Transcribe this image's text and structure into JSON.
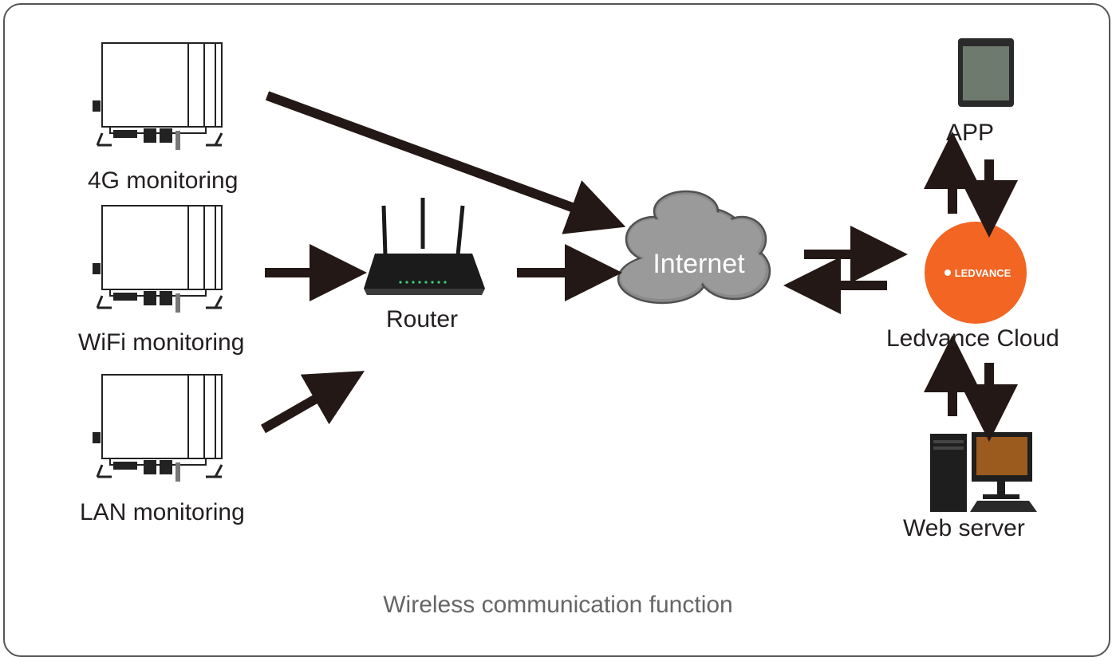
{
  "caption": "Wireless communication function",
  "devices": {
    "inverter_4g": {
      "label": "4G monitoring"
    },
    "inverter_wifi": {
      "label": "WiFi monitoring"
    },
    "inverter_lan": {
      "label": "LAN monitoring"
    },
    "router": {
      "label": "Router"
    },
    "internet": {
      "label": "Internet"
    },
    "app": {
      "label": "APP"
    },
    "cloud": {
      "label": "Ledvance Cloud",
      "logo_text": "LEDVANCE"
    },
    "web_server": {
      "label": "Web server"
    }
  },
  "colors": {
    "arrow": "#231815",
    "cloud_fill": "#8a8a8a",
    "brand_orange": "#f26522",
    "frame": "#555555"
  }
}
